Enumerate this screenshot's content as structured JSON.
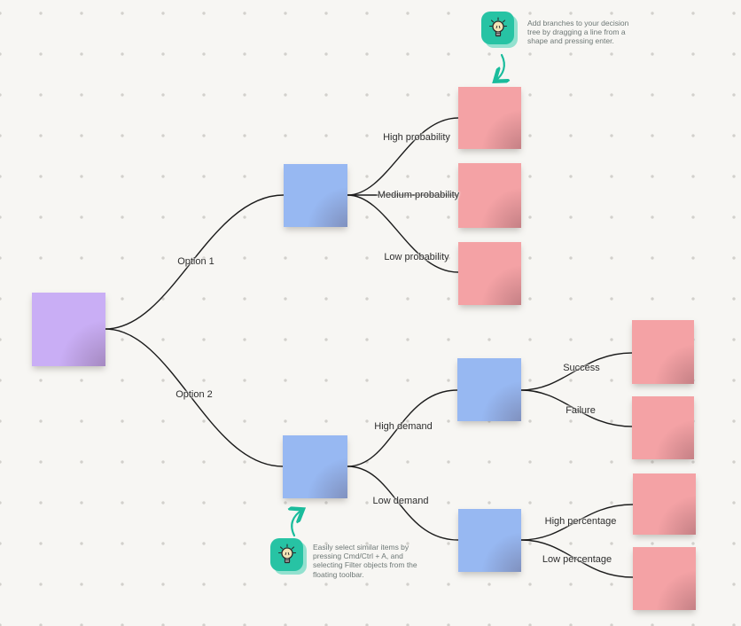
{
  "app": {
    "description_label": "Decision tree diagram on dotted whiteboard canvas"
  },
  "colors": {
    "canvas_bg": "#f7f6f3",
    "dot_grid": "#d2d0cc",
    "root_note": "#c9aef5",
    "decision_note": "#97b8f2",
    "outcome_note": "#f4a2a5",
    "edge_stroke": "#1c1c1c",
    "hint_teal": "#27c3a4",
    "hint_arrow": "#1abc9c"
  },
  "tree": {
    "root": "root-note",
    "levels": [
      {
        "name": "options",
        "notes": 2,
        "color": "#97b8f2"
      },
      {
        "name": "outcomes",
        "notes": 7,
        "color": "#f4a2a5"
      }
    ]
  },
  "edges": [
    {
      "from": "root",
      "to": "decision-1",
      "label": "Option 1"
    },
    {
      "from": "root",
      "to": "decision-2",
      "label": "Option 2"
    },
    {
      "from": "decision-1",
      "to": "outcome-1",
      "label": "High probability"
    },
    {
      "from": "decision-1",
      "to": "outcome-2",
      "label": "Medium probability"
    },
    {
      "from": "decision-1",
      "to": "outcome-3",
      "label": "Low probability"
    },
    {
      "from": "decision-2",
      "to": "decision-3",
      "label": "High demand"
    },
    {
      "from": "decision-2",
      "to": "decision-4",
      "label": "Low demand"
    },
    {
      "from": "decision-3",
      "to": "outcome-4",
      "label": "Success"
    },
    {
      "from": "decision-3",
      "to": "outcome-5",
      "label": "Failure"
    },
    {
      "from": "decision-4",
      "to": "outcome-6",
      "label": "High percentage"
    },
    {
      "from": "decision-4",
      "to": "outcome-7",
      "label": "Low percentage"
    }
  ],
  "tooltips": {
    "top": {
      "icon": "lightbulb-icon",
      "text": "Add branches to your decision tree by dragging a line from a shape and pressing enter."
    },
    "bottom": {
      "icon": "lightbulb-icon",
      "text": "Easily select similar items by pressing Cmd/Ctrl + A, and selecting Filter objects from the floating toolbar."
    }
  }
}
